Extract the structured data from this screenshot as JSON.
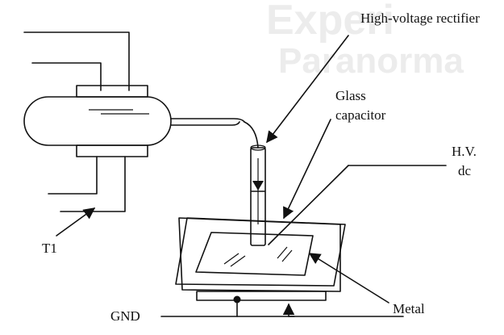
{
  "background_text": {
    "line1": "Experi",
    "line2": "Paranorma"
  },
  "labels": {
    "rectifier": "High-voltage rectifier",
    "glass_capacitor_line1": "Glass",
    "glass_capacitor_line2": "capacitor",
    "hv_line1": "H.V.",
    "hv_line2": "dc",
    "t1": "T1",
    "metal": "Metal",
    "gnd": "GND"
  },
  "colors": {
    "ink": "#111111",
    "paper": "#ffffff",
    "ghost_text": "#ececec"
  }
}
